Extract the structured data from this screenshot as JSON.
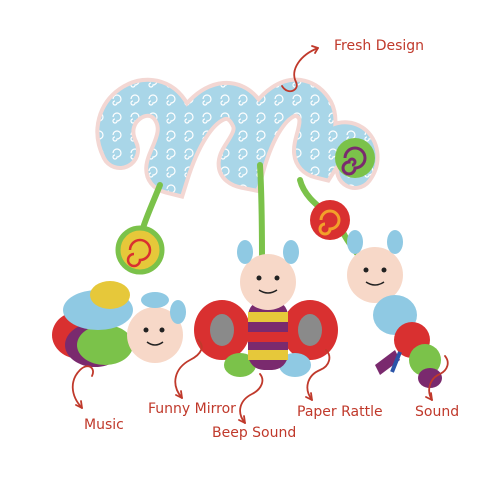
{
  "labels": {
    "fresh_design": "Fresh Design",
    "music": "Music",
    "funny_mirror": "Funny Mirror",
    "beep_sound": "Beep Sound",
    "paper_rattle": "Paper Rattle",
    "sound": "Sound"
  },
  "colors": {
    "label_red": "#c0392b",
    "spiral_blue": "#a9d6e8",
    "spiral_pink": "#f3d7d3",
    "leaf_green": "#7bc24a",
    "ball_yellow": "#e6c83a",
    "ball_red": "#d93030",
    "caterpillar_blue": "#8fc9e3",
    "face_pink": "#f7d8c8"
  },
  "icons": [
    "arrow-icon",
    "spiral-toy-icon",
    "caterpillar-icon",
    "butterfly-icon",
    "rattle-ball-icon"
  ]
}
